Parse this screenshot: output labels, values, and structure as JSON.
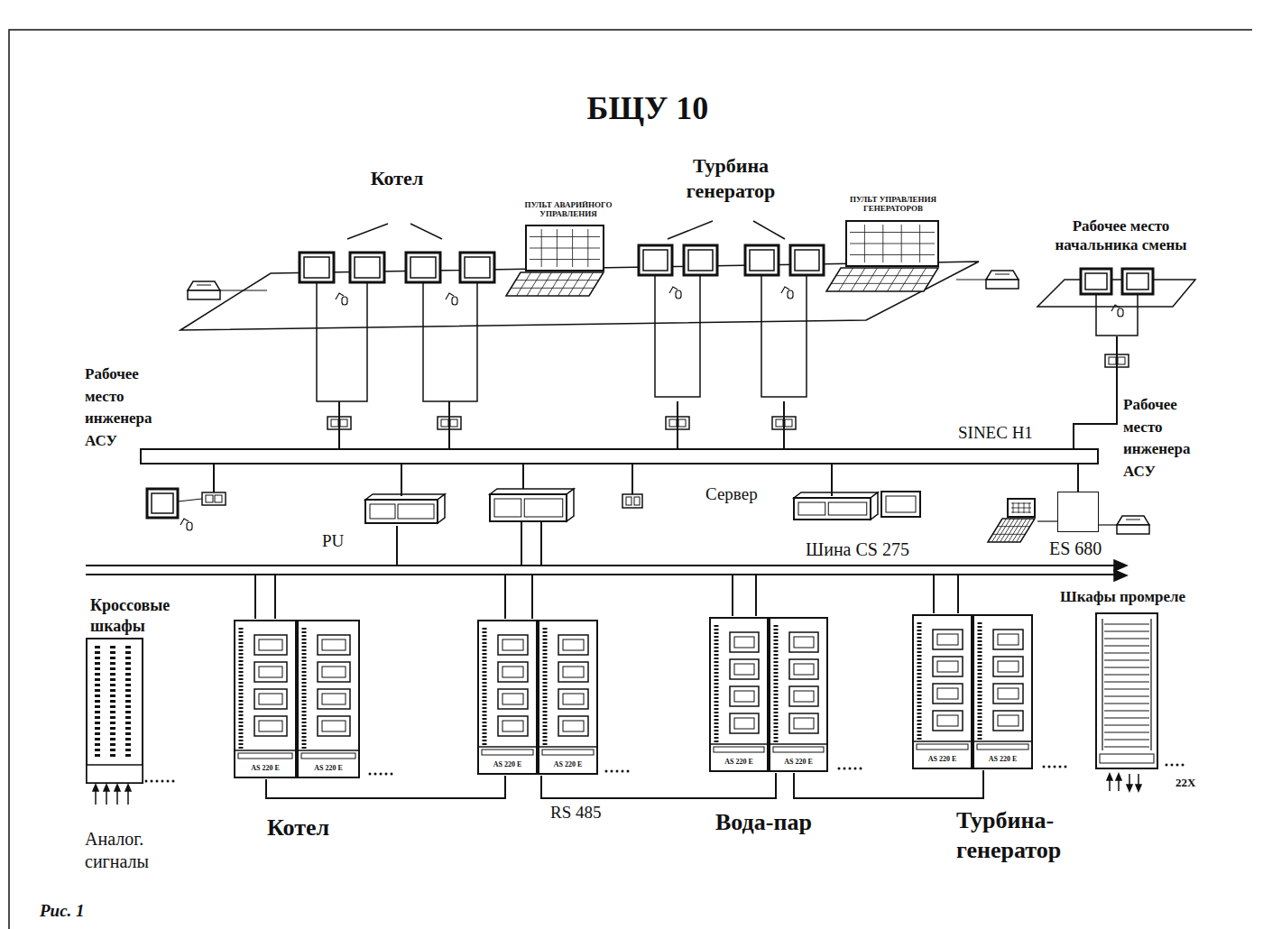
{
  "diagram": {
    "title": "БЩУ 10",
    "caption": "Рис. 1",
    "nodes": [
      {
        "text": [
          "Котел"
        ]
      },
      {
        "text": [
          "ПУЛЬТ АВАРИЙНОГО УПРАВЛЕНИЯ"
        ]
      },
      {
        "text": [
          "Турбина генератор"
        ]
      },
      {
        "text": [
          "ПУЛЬТ УПРАВЛЕНИЯ ГЕНЕРАТОРОВ"
        ]
      },
      {
        "text": [
          "Рабочее место начальника смены"
        ]
      },
      {
        "text": [
          "SINEC H1"
        ]
      },
      {
        "text": [
          "PU"
        ]
      },
      {
        "text": [
          "Сервер"
        ]
      },
      {
        "text": [
          "ES 680"
        ]
      },
      {
        "text": [
          "Шина CS 275"
        ]
      },
      {
        "text": [
          "Кроссовые шкафы",
          "Аналог. сигналы"
        ]
      },
      {
        "text": [
          "AS 220 E",
          "AS 220 E",
          "Котел"
        ]
      },
      {
        "text": [
          "AS 220 E",
          "AS 220 E"
        ]
      },
      {
        "text": [
          "AS 220 E",
          "AS 220 E",
          "Вода-пар"
        ]
      },
      {
        "text": [
          "AS 220 E",
          "AS 220 E",
          "Турбина-генератор"
        ]
      },
      {
        "text": [
          "Шкафы промреле",
          "22X"
        ]
      }
    ],
    "edges": [
      {
        "from": 0,
        "to": 5,
        "arrow": "none"
      },
      {
        "from": 0,
        "to": 5,
        "arrow": "none"
      },
      {
        "from": 2,
        "to": 5,
        "arrow": "none"
      },
      {
        "from": 2,
        "to": 5,
        "arrow": "none"
      },
      {
        "from": 4,
        "to": 5,
        "arrow": "none"
      },
      {
        "from": 6,
        "to": 5,
        "arrow": "none"
      },
      {
        "from": 6,
        "to": 9,
        "arrow": "none"
      },
      {
        "from": 7,
        "to": 5,
        "arrow": "none"
      },
      {
        "from": 8,
        "to": 5,
        "arrow": "none"
      },
      {
        "from": 11,
        "to": 9,
        "arrow": "none"
      },
      {
        "from": 11,
        "to": 9,
        "arrow": "none"
      },
      {
        "from": 12,
        "to": 9,
        "arrow": "none"
      },
      {
        "from": 12,
        "to": 9,
        "arrow": "none"
      },
      {
        "from": 13,
        "to": 9,
        "arrow": "none"
      },
      {
        "from": 13,
        "to": 9,
        "arrow": "none"
      },
      {
        "from": 14,
        "to": 9,
        "arrow": "none"
      },
      {
        "from": 14,
        "to": 9,
        "arrow": "none"
      },
      {
        "from": 11,
        "to": 12,
        "arrow": "none"
      },
      {
        "from": 12,
        "to": 13,
        "arrow": "none"
      },
      {
        "from": 13,
        "to": 14,
        "arrow": "none"
      }
    ],
    "labels": [
      "Рабочее место инженера АСУ",
      "Рабочее место инженера АСУ",
      "RS 485"
    ]
  }
}
